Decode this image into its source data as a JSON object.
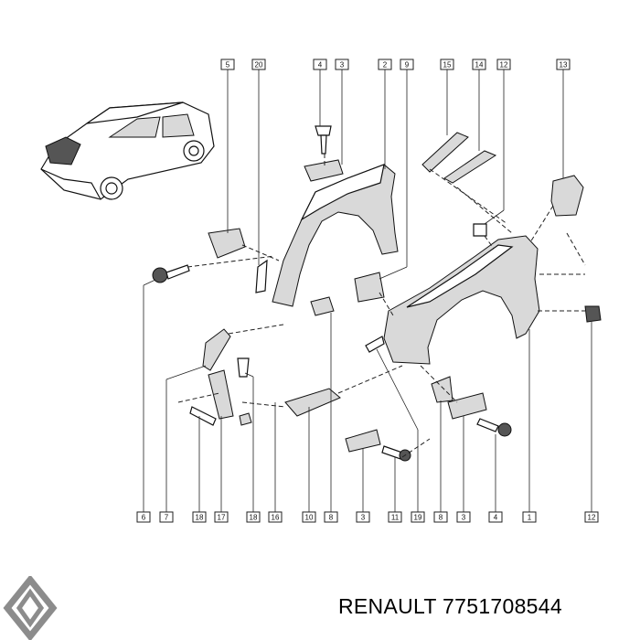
{
  "diagram": {
    "top_callouts": [
      "5",
      "20",
      "4",
      "3",
      "2",
      "9",
      "15",
      "14",
      "12",
      "13"
    ],
    "bottom_callouts": [
      "6",
      "7",
      "18",
      "17",
      "18",
      "16",
      "10",
      "8",
      "3",
      "11",
      "19",
      "8",
      "3",
      "4",
      "1",
      "12"
    ]
  },
  "footer": {
    "brand": "RENAULT",
    "part_number": "7751708544"
  }
}
